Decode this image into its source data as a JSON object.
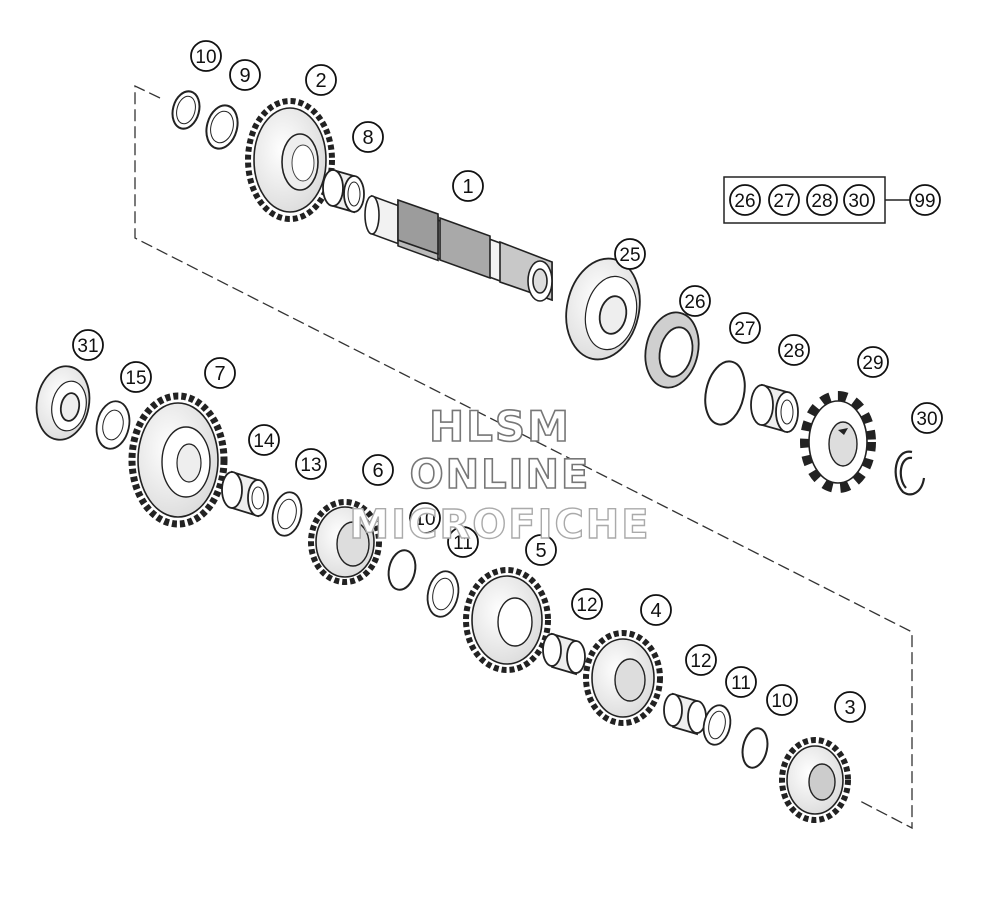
{
  "watermark": {
    "line1": "HLSM",
    "line2": "ONLINE",
    "line3": "MICROFICHE"
  },
  "callouts": [
    "10",
    "9",
    "2",
    "8",
    "1",
    "25",
    "26",
    "27",
    "28",
    "29",
    "30",
    "31",
    "15",
    "7",
    "14",
    "13",
    "6",
    "10",
    "11",
    "5",
    "12",
    "4",
    "12",
    "11",
    "10",
    "3"
  ],
  "kit": {
    "items": [
      "26",
      "27",
      "28",
      "30"
    ],
    "ref": "99"
  }
}
